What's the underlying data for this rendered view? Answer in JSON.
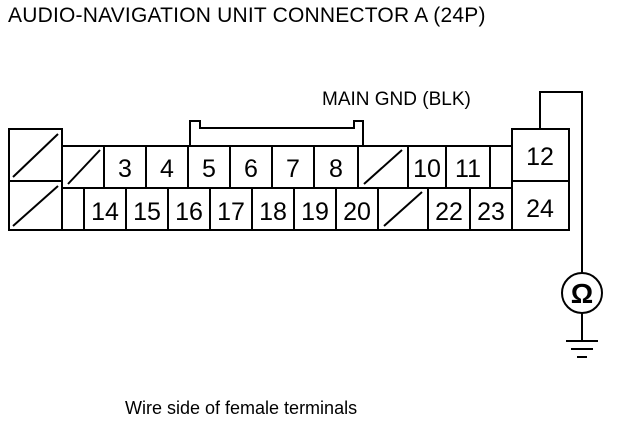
{
  "title": "AUDIO-NAVIGATION UNIT CONNECTOR A (24P)",
  "ground_label": "MAIN GND (BLK)",
  "caption": "Wire side of female terminals",
  "meter_symbol": "Ω",
  "connector": {
    "top_row": [
      "3",
      "4",
      "5",
      "6",
      "7",
      "8",
      "10",
      "11",
      "12"
    ],
    "bottom_row": [
      "14",
      "15",
      "16",
      "17",
      "18",
      "19",
      "20",
      "22",
      "23",
      "24"
    ]
  },
  "icons": {
    "meter": "ohmmeter-icon",
    "ground": "ground-icon"
  }
}
